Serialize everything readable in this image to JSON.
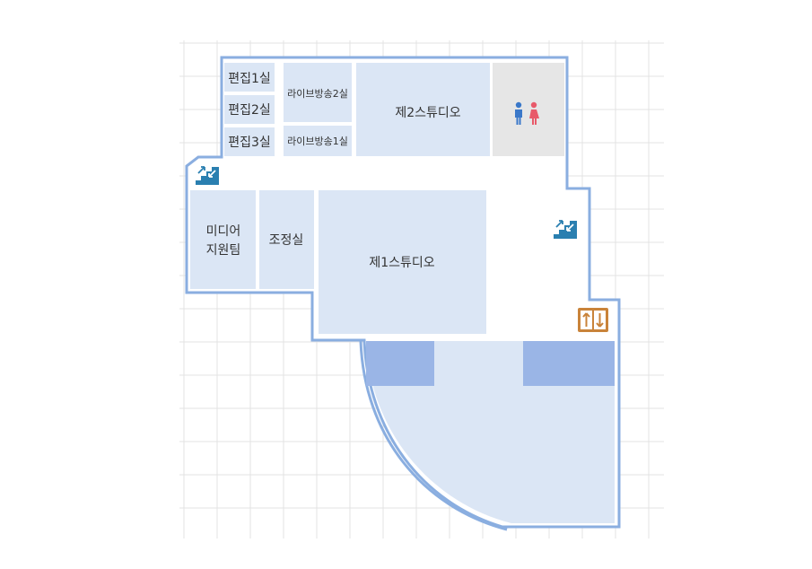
{
  "rooms": {
    "edit1": "편집1실",
    "edit2": "편집2실",
    "edit3": "편집3실",
    "live2": "라이브방송2실",
    "live1": "라이브방송1실",
    "studio2": "제2스튜디오",
    "media_line1": "미디어",
    "media_line2": "지원팀",
    "control": "조정실",
    "studio1": "제1스튜디오"
  },
  "icons": {
    "restroom": "restroom-icon",
    "stairs_upper": "stairs-icon",
    "stairs_right": "stairs-icon",
    "elevator": "elevator-icon"
  },
  "colors": {
    "room_fill": "#dbe6f5",
    "outline": "#8aaee0",
    "restroom_fill": "#e6e6e6",
    "dark_block": "#9ab5e6",
    "stairs": "#2a7fb0",
    "elevator": "#c9833a",
    "male": "#3a78c9",
    "female": "#e85a6a",
    "grid": "#e3e3e3"
  }
}
